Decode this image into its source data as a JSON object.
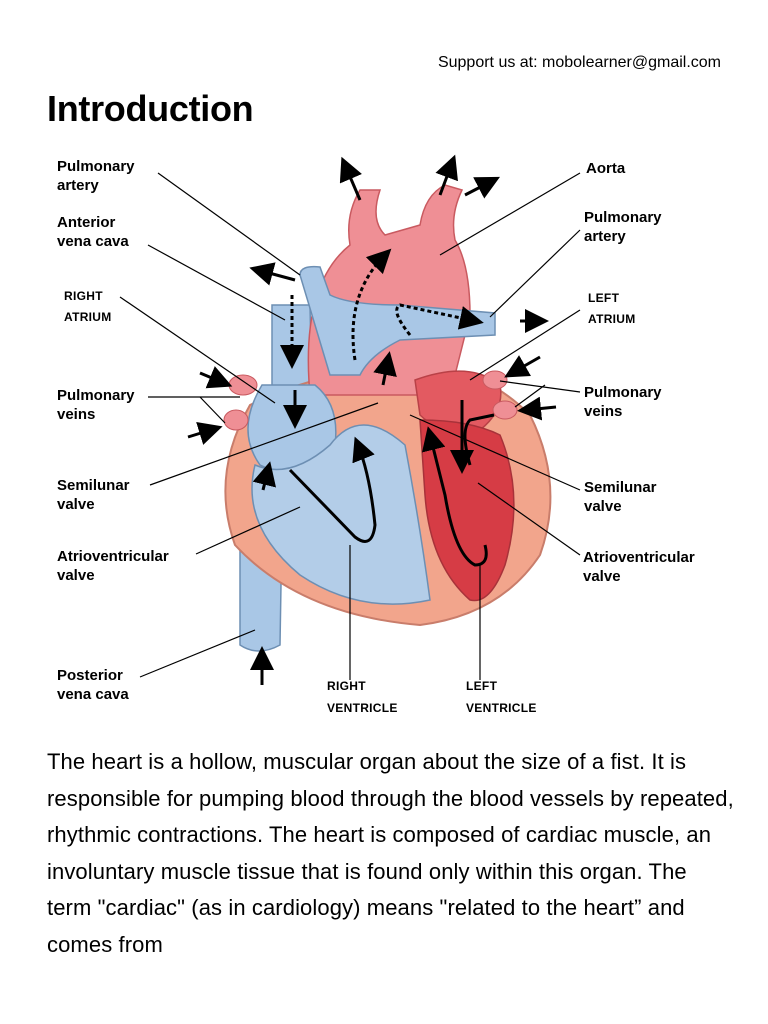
{
  "header": {
    "support": "Support us at: mobolearner@gmail.com"
  },
  "page": {
    "title": "Introduction"
  },
  "diagram": {
    "labels": {
      "pulmonary_artery_left": [
        "Pulmonary",
        "artery"
      ],
      "anterior_vena_cava": [
        "Anterior",
        "vena cava"
      ],
      "right_atrium": [
        "RIGHT",
        "ATRIUM"
      ],
      "pulmonary_veins_left": [
        "Pulmonary",
        "veins"
      ],
      "semilunar_valve_left": [
        "Semilunar",
        "valve"
      ],
      "av_valve_left": [
        "Atrioventricular",
        "valve"
      ],
      "posterior_vena_cava": [
        "Posterior",
        "vena cava"
      ],
      "aorta": "Aorta",
      "pulmonary_artery_right": [
        "Pulmonary",
        "artery"
      ],
      "left_atrium": [
        "LEFT",
        "ATRIUM"
      ],
      "pulmonary_veins_right": [
        "Pulmonary",
        "veins"
      ],
      "semilunar_valve_right": [
        "Semilunar",
        "valve"
      ],
      "av_valve_right": [
        "Atrioventricular",
        "valve"
      ],
      "right_ventricle": [
        "RIGHT",
        "VENTRICLE"
      ],
      "left_ventricle": [
        "LEFT",
        "VENTRICLE"
      ]
    },
    "colors": {
      "deoxygenated": "#a9c7e6",
      "oxygenated": "#e8545a",
      "muscle": "#f2a58c",
      "outline": "#6d8fb3"
    }
  },
  "paragraph": "The heart is a hollow, muscular organ about the size of a fist. It is responsible for pumping blood through the blood vessels by repeated, rhythmic contractions. The heart is composed of cardiac muscle, an involuntary muscle tissue that is found only within this organ. The term \"cardiac\" (as in cardiology) means \"related to the heart” and comes from"
}
